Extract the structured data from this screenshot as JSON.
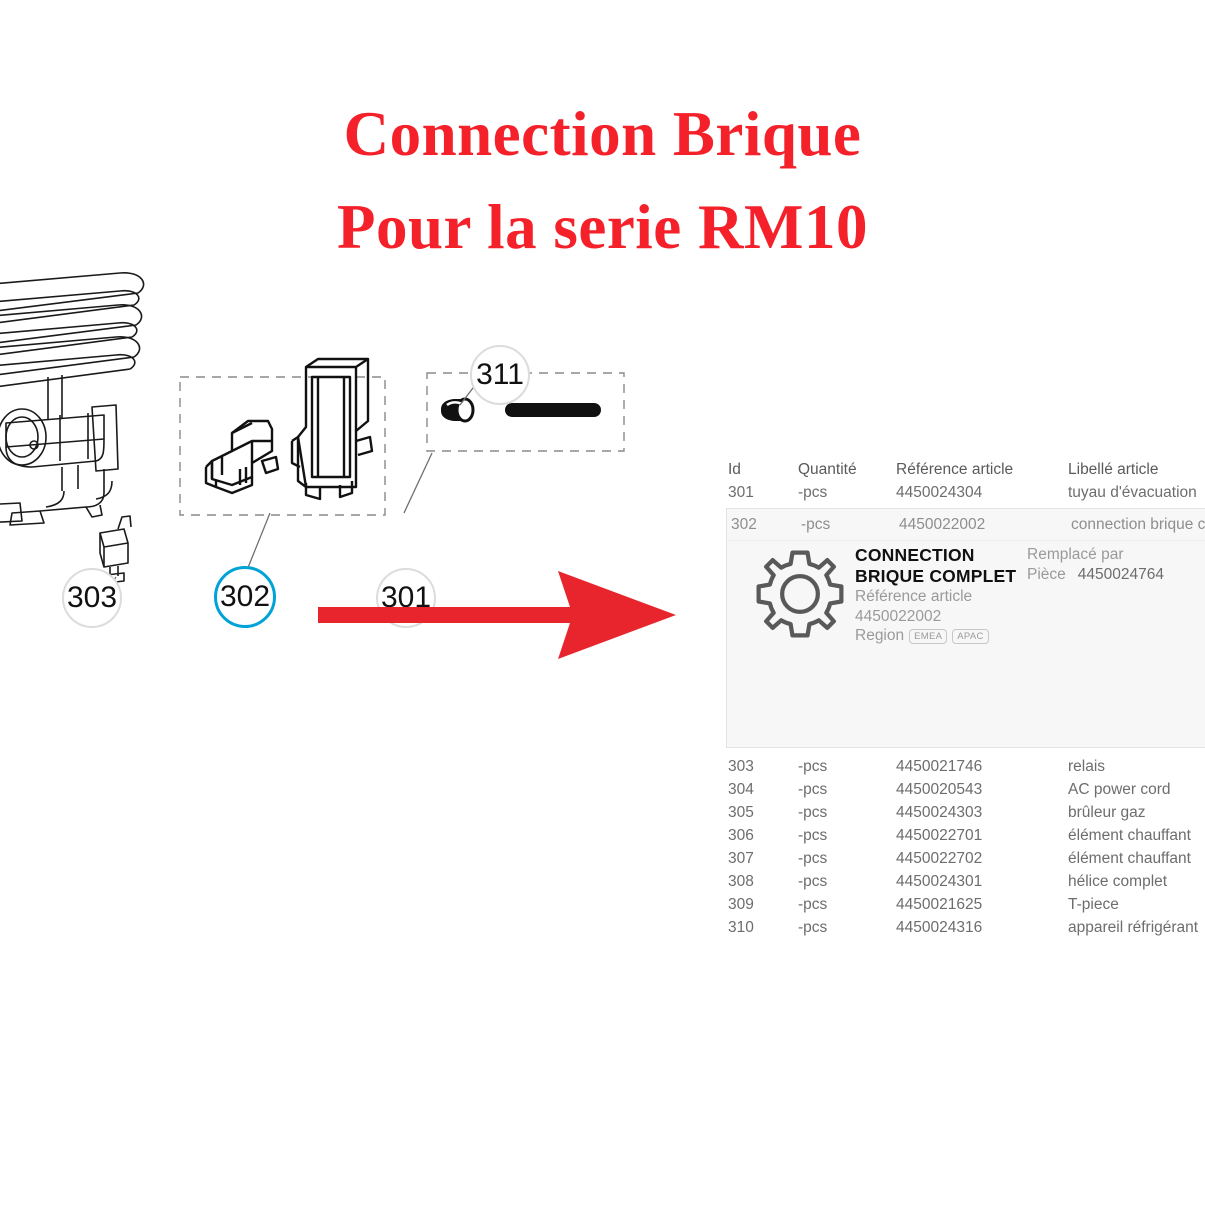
{
  "title": {
    "line1": "Connection Brique",
    "line2": "Pour la serie RM10",
    "color": "#f4212a"
  },
  "diagram": {
    "name": "exploded-parts-line-drawing",
    "callouts": [
      {
        "id": "303",
        "label": "303",
        "state": "normal",
        "border_color": "#dcdcdc"
      },
      {
        "id": "302",
        "label": "302",
        "state": "selected",
        "border_color": "#00a3d7"
      },
      {
        "id": "301",
        "label": "301",
        "state": "normal",
        "border_color": "#dcdcdc"
      },
      {
        "id": "311",
        "label": "311",
        "state": "normal",
        "border_color": "#dcdcdc"
      }
    ],
    "arrow": {
      "name": "red-pointer-arrow",
      "direction": "right",
      "color": "#e8252c"
    }
  },
  "table": {
    "columns": [
      "Id",
      "Quantité",
      "Référence article",
      "Libellé article"
    ],
    "rows": [
      {
        "id": "301",
        "qty": "-pcs",
        "ref": "4450024304",
        "label": "tuyau d'évacuation"
      },
      {
        "id": "302",
        "qty": "-pcs",
        "ref": "4450022002",
        "label": "connection brique co"
      },
      {
        "id": "303",
        "qty": "-pcs",
        "ref": "4450021746",
        "label": "relais"
      },
      {
        "id": "304",
        "qty": "-pcs",
        "ref": "4450020543",
        "label": "AC power cord"
      },
      {
        "id": "305",
        "qty": "-pcs",
        "ref": "4450024303",
        "label": "brûleur gaz"
      },
      {
        "id": "306",
        "qty": "-pcs",
        "ref": "4450022701",
        "label": "élément chauffant"
      },
      {
        "id": "307",
        "qty": "-pcs",
        "ref": "4450022702",
        "label": "élément chauffant"
      },
      {
        "id": "308",
        "qty": "-pcs",
        "ref": "4450024301",
        "label": "hélice complet"
      },
      {
        "id": "309",
        "qty": "-pcs",
        "ref": "4450021625",
        "label": "T-piece"
      },
      {
        "id": "310",
        "qty": "-pcs",
        "ref": "4450024316",
        "label": "appareil réfrigérant"
      }
    ]
  },
  "detail_card": {
    "icon": "gear-icon",
    "heading_line1": "CONNECTION",
    "heading_line2": "BRIQUE COMPLET",
    "ref_label": "Référence article",
    "ref_value": "4450022002",
    "region_label": "Region",
    "region_badges": [
      "EMEA",
      "APAC"
    ],
    "replaced_label": "Remplacé par",
    "replaced_key": "Pièce",
    "replaced_value": "4450024764"
  }
}
